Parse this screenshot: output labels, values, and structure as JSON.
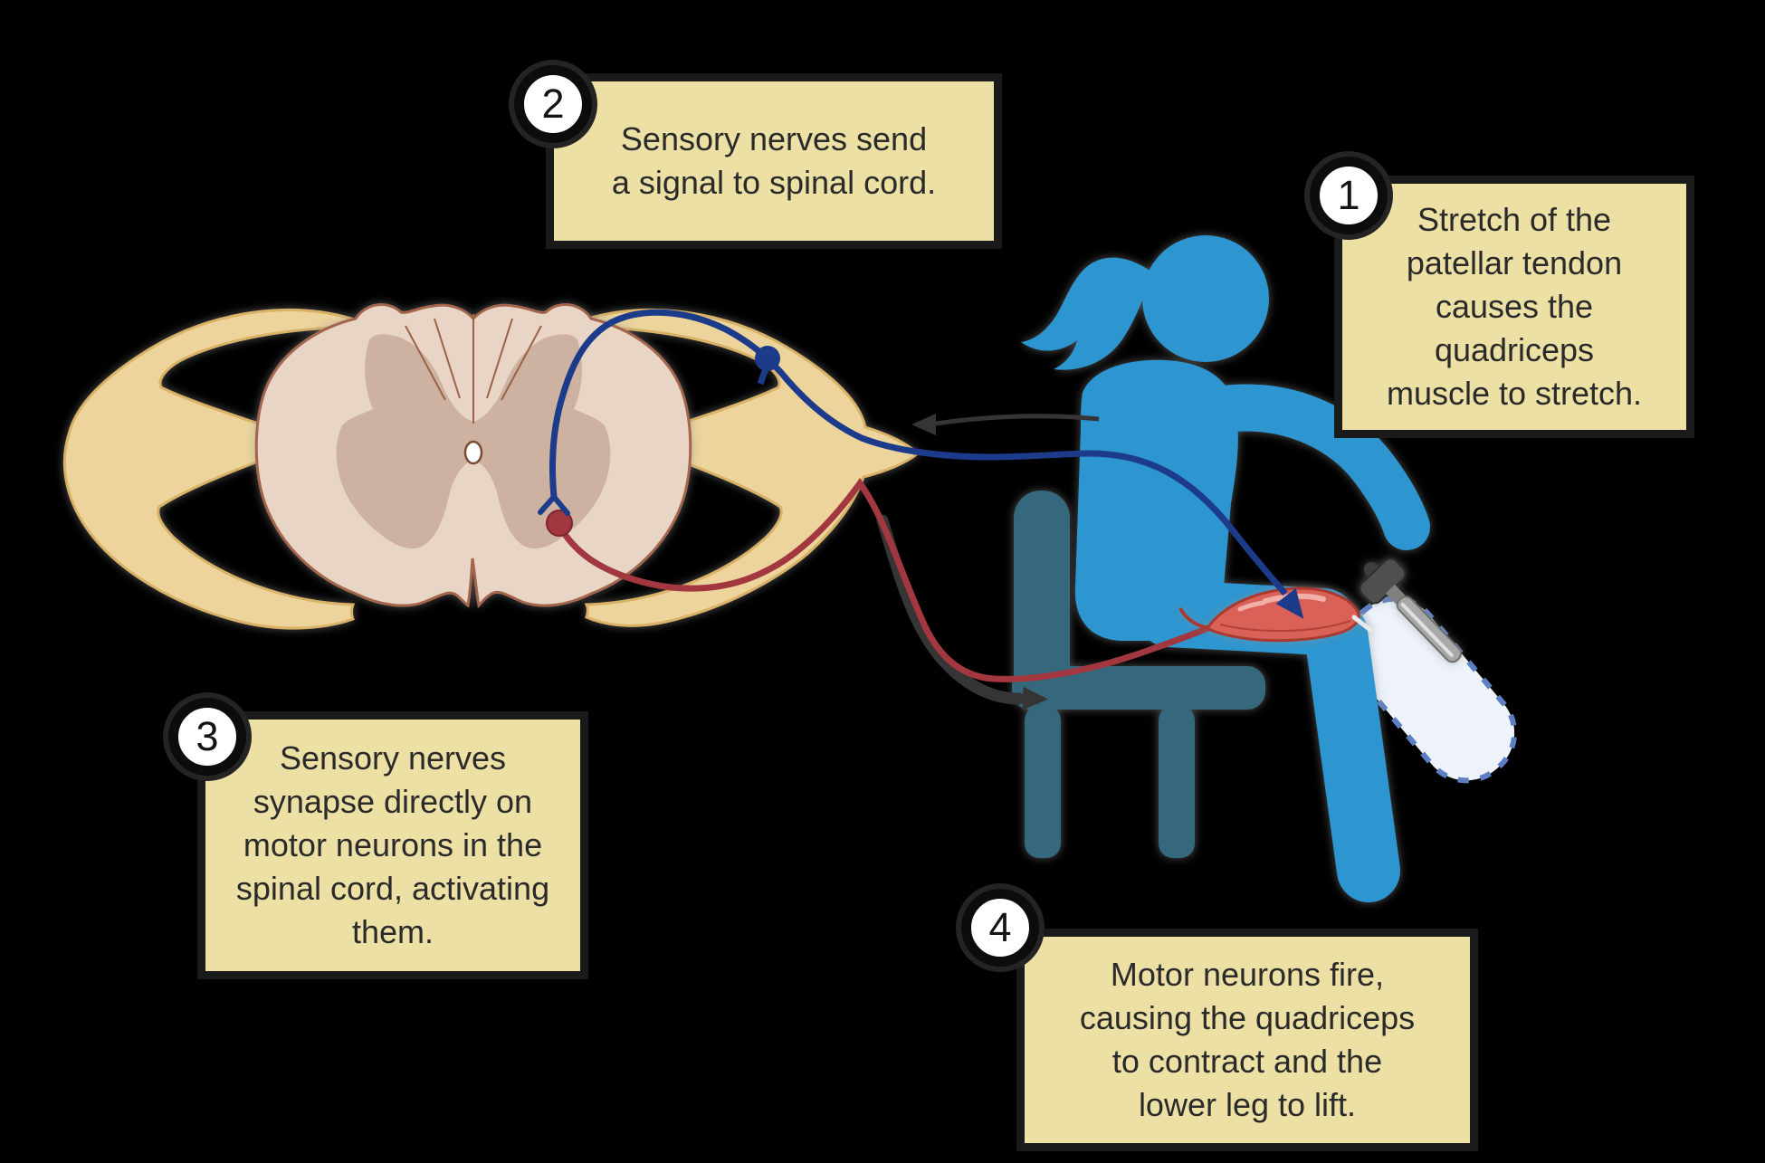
{
  "callouts": [
    {
      "badge": "1",
      "lines": [
        "Stretch of the",
        "patellar tendon",
        "causes the",
        "quadriceps",
        "muscle to stretch."
      ]
    },
    {
      "badge": "2",
      "lines": [
        "Sensory nerves send",
        "a signal to spinal cord."
      ]
    },
    {
      "badge": "3",
      "lines": [
        "Sensory nerves",
        "synapse directly on",
        "motor neurons in the",
        "spinal cord, activating",
        "them."
      ]
    },
    {
      "badge": "4",
      "lines": [
        "Motor neurons fire,",
        "causing the quadriceps",
        "to contract and the",
        "lower leg to lift."
      ]
    }
  ],
  "colors": {
    "background": "#000000",
    "note_background": "#ece0a4",
    "note_text": "#2a2a2a",
    "badge_background": "#ffffff",
    "badge_ring": "#0c0c0c",
    "badge_text": "#141414",
    "bone": "#ecd49c",
    "bone_outline": "#d9b267",
    "cord_light": "#e8d5c5",
    "cord_dark": "#cdb2a2",
    "cord_outline": "#a3664d",
    "sensory_nerve": "#1c3b8a",
    "motor_nerve": "#a23740",
    "person": "#2d96d0",
    "chair": "#35687c",
    "muscle": "#d96157",
    "muscle_outline": "#a93a32",
    "ghost_fill": "#edf2fb",
    "ghost_stroke": "#5d80c5",
    "hammer_dark": "#4f4f4f",
    "hammer_light": "#a8a8a8",
    "direction_arrow": "#353535"
  }
}
